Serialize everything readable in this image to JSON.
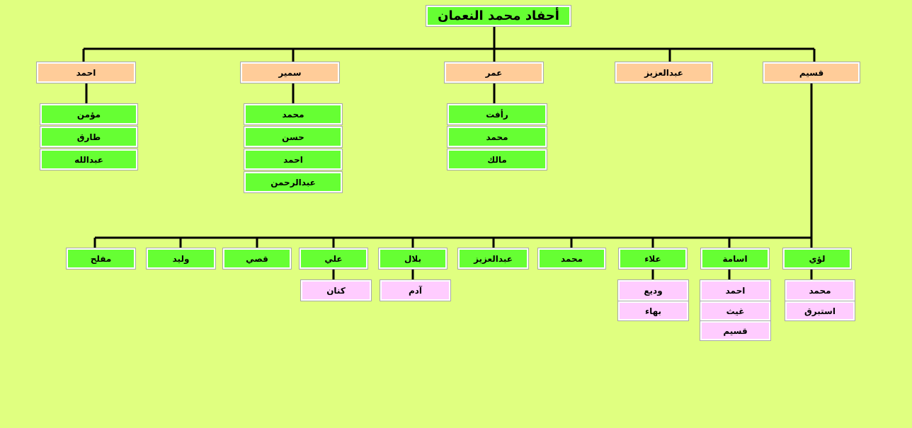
{
  "diagram": {
    "title": "أحفاد محمد النعمان",
    "colors": {
      "background": "#e0ff80",
      "green": "#66ff33",
      "orange": "#ffcc99",
      "pink": "#ffccff",
      "line": "#000000"
    },
    "sons": [
      {
        "name": "احمد",
        "children": [
          "مؤمن",
          "طارق",
          "عبدالله"
        ]
      },
      {
        "name": "سمير",
        "children": [
          "محمد",
          "حسن",
          "احمد",
          "عبدالرحمن"
        ]
      },
      {
        "name": "عمر",
        "children": [
          "رأفت",
          "محمد",
          "مالك"
        ]
      },
      {
        "name": "عبدالعزيز",
        "children": []
      },
      {
        "name": "قسيم",
        "children": []
      }
    ],
    "qasim_children": [
      {
        "name": "مفلح",
        "children": []
      },
      {
        "name": "وليد",
        "children": []
      },
      {
        "name": "قصي",
        "children": []
      },
      {
        "name": "علي",
        "children": [
          "كنان"
        ]
      },
      {
        "name": "بلال",
        "children": [
          "آدم"
        ]
      },
      {
        "name": "عبدالعزيز",
        "children": []
      },
      {
        "name": "محمد",
        "children": []
      },
      {
        "name": "علاء",
        "children": [
          "وديع",
          "بهاء"
        ]
      },
      {
        "name": "اسامة",
        "children": [
          "احمد",
          "غيث",
          "قسيم"
        ]
      },
      {
        "name": "لؤي",
        "children": [
          "محمد",
          "استبرق"
        ]
      }
    ]
  }
}
